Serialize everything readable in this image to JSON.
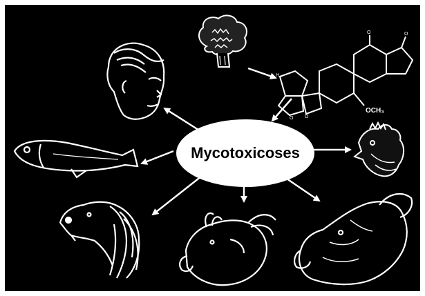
{
  "center": {
    "label": "Mycotoxicoses"
  },
  "chemical": {
    "group_label": "OCH₃"
  },
  "colors": {
    "background": "#000000",
    "line": "#ffffff",
    "ellipse": "#ffffff",
    "text": "#000000"
  },
  "nodes": [
    {
      "id": "fungus",
      "icon": "mold-fungus-icon"
    },
    {
      "id": "molecule",
      "icon": "aflatoxin-structure-icon"
    },
    {
      "id": "human",
      "icon": "human-head-icon"
    },
    {
      "id": "fish",
      "icon": "fish-icon"
    },
    {
      "id": "chicken",
      "icon": "chicken-head-icon"
    },
    {
      "id": "dog",
      "icon": "dog-head-icon"
    },
    {
      "id": "pig",
      "icon": "pig-head-icon"
    },
    {
      "id": "cow",
      "icon": "cow-head-icon"
    }
  ]
}
